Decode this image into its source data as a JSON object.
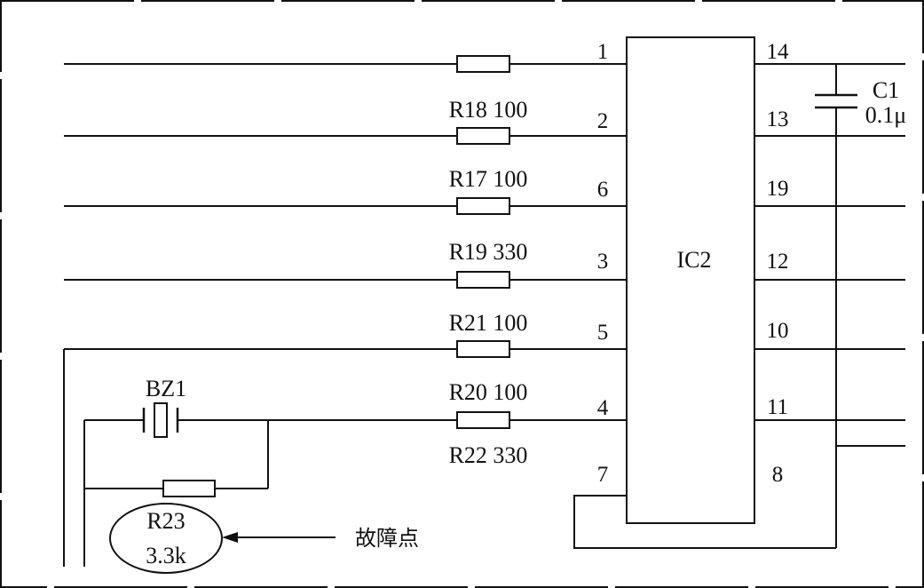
{
  "ic": {
    "name": "IC2"
  },
  "resistors": [
    {
      "label": "R18 100"
    },
    {
      "label": "R17 100"
    },
    {
      "label": "R19 330"
    },
    {
      "label": "R21 100"
    },
    {
      "label": "R20 100"
    },
    {
      "label": "R22 330"
    }
  ],
  "left_pins": [
    "1",
    "2",
    "6",
    "3",
    "5",
    "4",
    "7"
  ],
  "right_pins": [
    "14",
    "13",
    "19",
    "12",
    "10",
    "11",
    "8"
  ],
  "capacitor": {
    "name": "C1",
    "value": "0.1μ"
  },
  "buzzer": {
    "name": "BZ1"
  },
  "r23": {
    "name": "R23",
    "value": "3.3k"
  },
  "fault_label": "故障点",
  "colors": {
    "line": "#111111",
    "background": "#ffffff"
  }
}
